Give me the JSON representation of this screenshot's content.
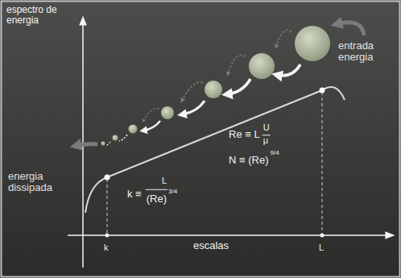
{
  "diagram": {
    "labels": [
      "espectro de energia",
      "entrada energia",
      "Re ≡ L",
      "U",
      "μ",
      "N ≡ (Re)",
      "9/4",
      "k ≡",
      "L",
      "(Re)",
      "3/4",
      "energia dissipada",
      "k",
      "escalas",
      "L"
    ]
  }
}
